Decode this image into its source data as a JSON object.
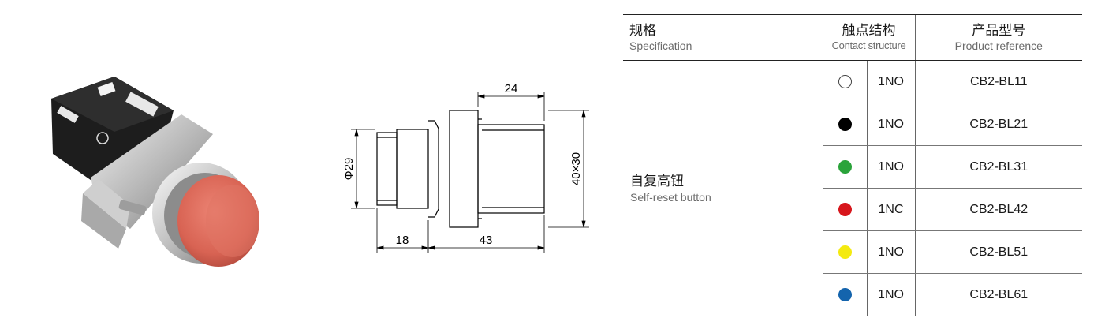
{
  "drawing": {
    "dims": {
      "width_top": "24",
      "diameter": "Φ29",
      "height_right": "40×30",
      "bottom_left": "18",
      "bottom_right": "43"
    }
  },
  "table": {
    "headers": {
      "spec_cn": "规格",
      "spec_en": "Specification",
      "contact_cn": "触点结构",
      "contact_en": "Contact structure",
      "product_cn": "产品型号",
      "product_en": "Product reference"
    },
    "spec_cn": "自复高钮",
    "spec_en": "Self-reset button",
    "rows": [
      {
        "color": "#ffffff",
        "contact": "1NO",
        "model": "CB2-BL11"
      },
      {
        "color": "#000000",
        "contact": "1NO",
        "model": "CB2-BL21"
      },
      {
        "color": "#2aa33a",
        "contact": "1NO",
        "model": "CB2-BL31"
      },
      {
        "color": "#d7161c",
        "contact": "1NC",
        "model": "CB2-BL42"
      },
      {
        "color": "#f4ea10",
        "contact": "1NO",
        "model": "CB2-BL51"
      },
      {
        "color": "#1464ad",
        "contact": "1NO",
        "model": "CB2-BL61"
      }
    ]
  }
}
